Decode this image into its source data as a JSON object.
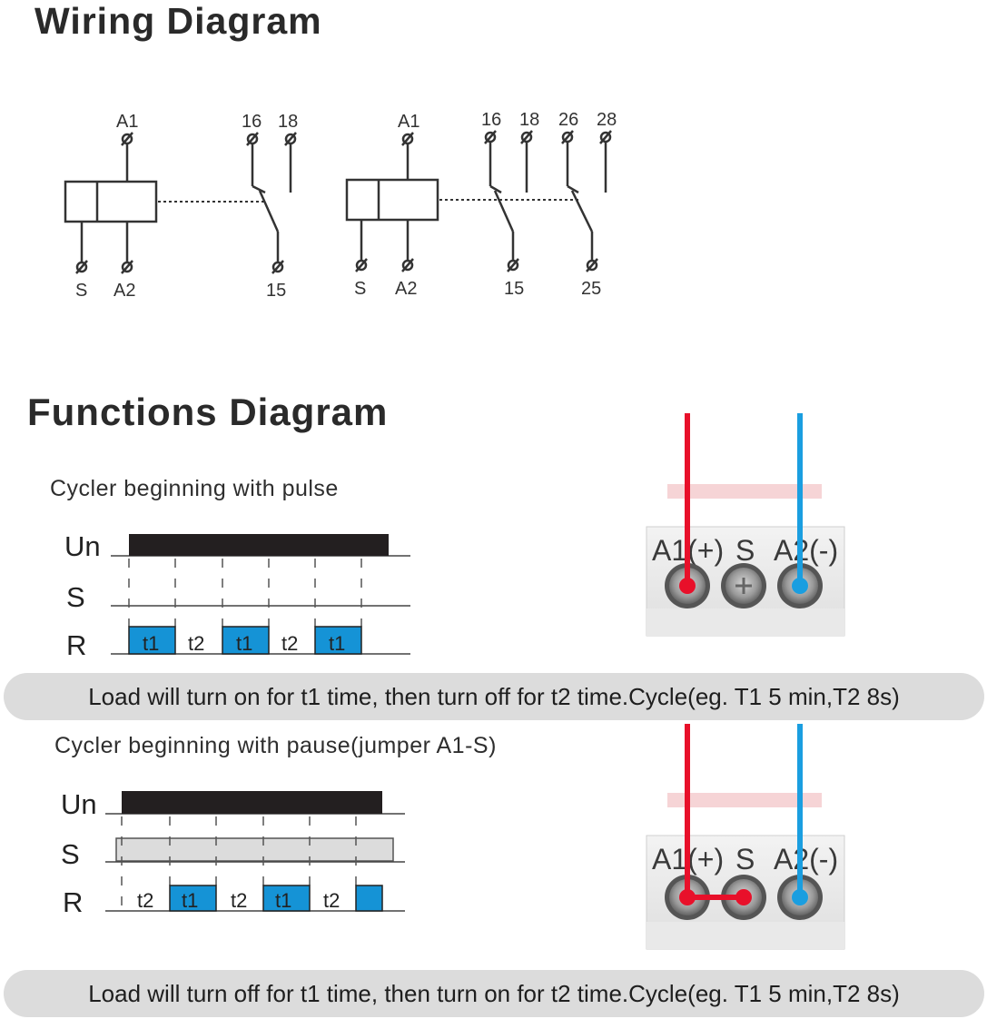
{
  "titles": {
    "wiring": "Wiring Diagram",
    "functions": "Functions Diagram"
  },
  "wiring": {
    "left": {
      "top_coil": "A1",
      "bottom_coil": [
        "S",
        "A2"
      ],
      "contacts_top": [
        "16",
        "18"
      ],
      "contact_bottom": "15"
    },
    "right": {
      "top_coil": "A1",
      "bottom_coil": [
        "S",
        "A2"
      ],
      "contacts_top": [
        "16",
        "18",
        "26",
        "28"
      ],
      "contact_bottom": [
        "15",
        "25"
      ]
    }
  },
  "cycler1": {
    "title": "Cycler beginning with pulse",
    "rows": [
      "Un",
      "S",
      "R"
    ],
    "segments": [
      "t1",
      "t2",
      "t1",
      "t2",
      "t1"
    ],
    "caption": "Load will turn on for t1 time,  then turn off for t2 time.Cycle(eg. T1 5 min,T2 8s)"
  },
  "cycler2": {
    "title": "Cycler beginning with pause(jumper A1-S)",
    "rows": [
      "Un",
      "S",
      "R"
    ],
    "segments": [
      "t2",
      "t1",
      "t2",
      "t1",
      "t2"
    ],
    "caption": "Load will turn off for t1 time,  then turn on for t2 time.Cycle(eg. T1 5 min,T2 8s)"
  },
  "terminal": {
    "a1": "A1(+)",
    "s": "S",
    "a2": "A2(-)"
  },
  "colors": {
    "positive_wire": "#e8102a",
    "negative_wire": "#1a9ee0",
    "pulse_on": "#1593d6",
    "un_bar": "#231f20"
  }
}
